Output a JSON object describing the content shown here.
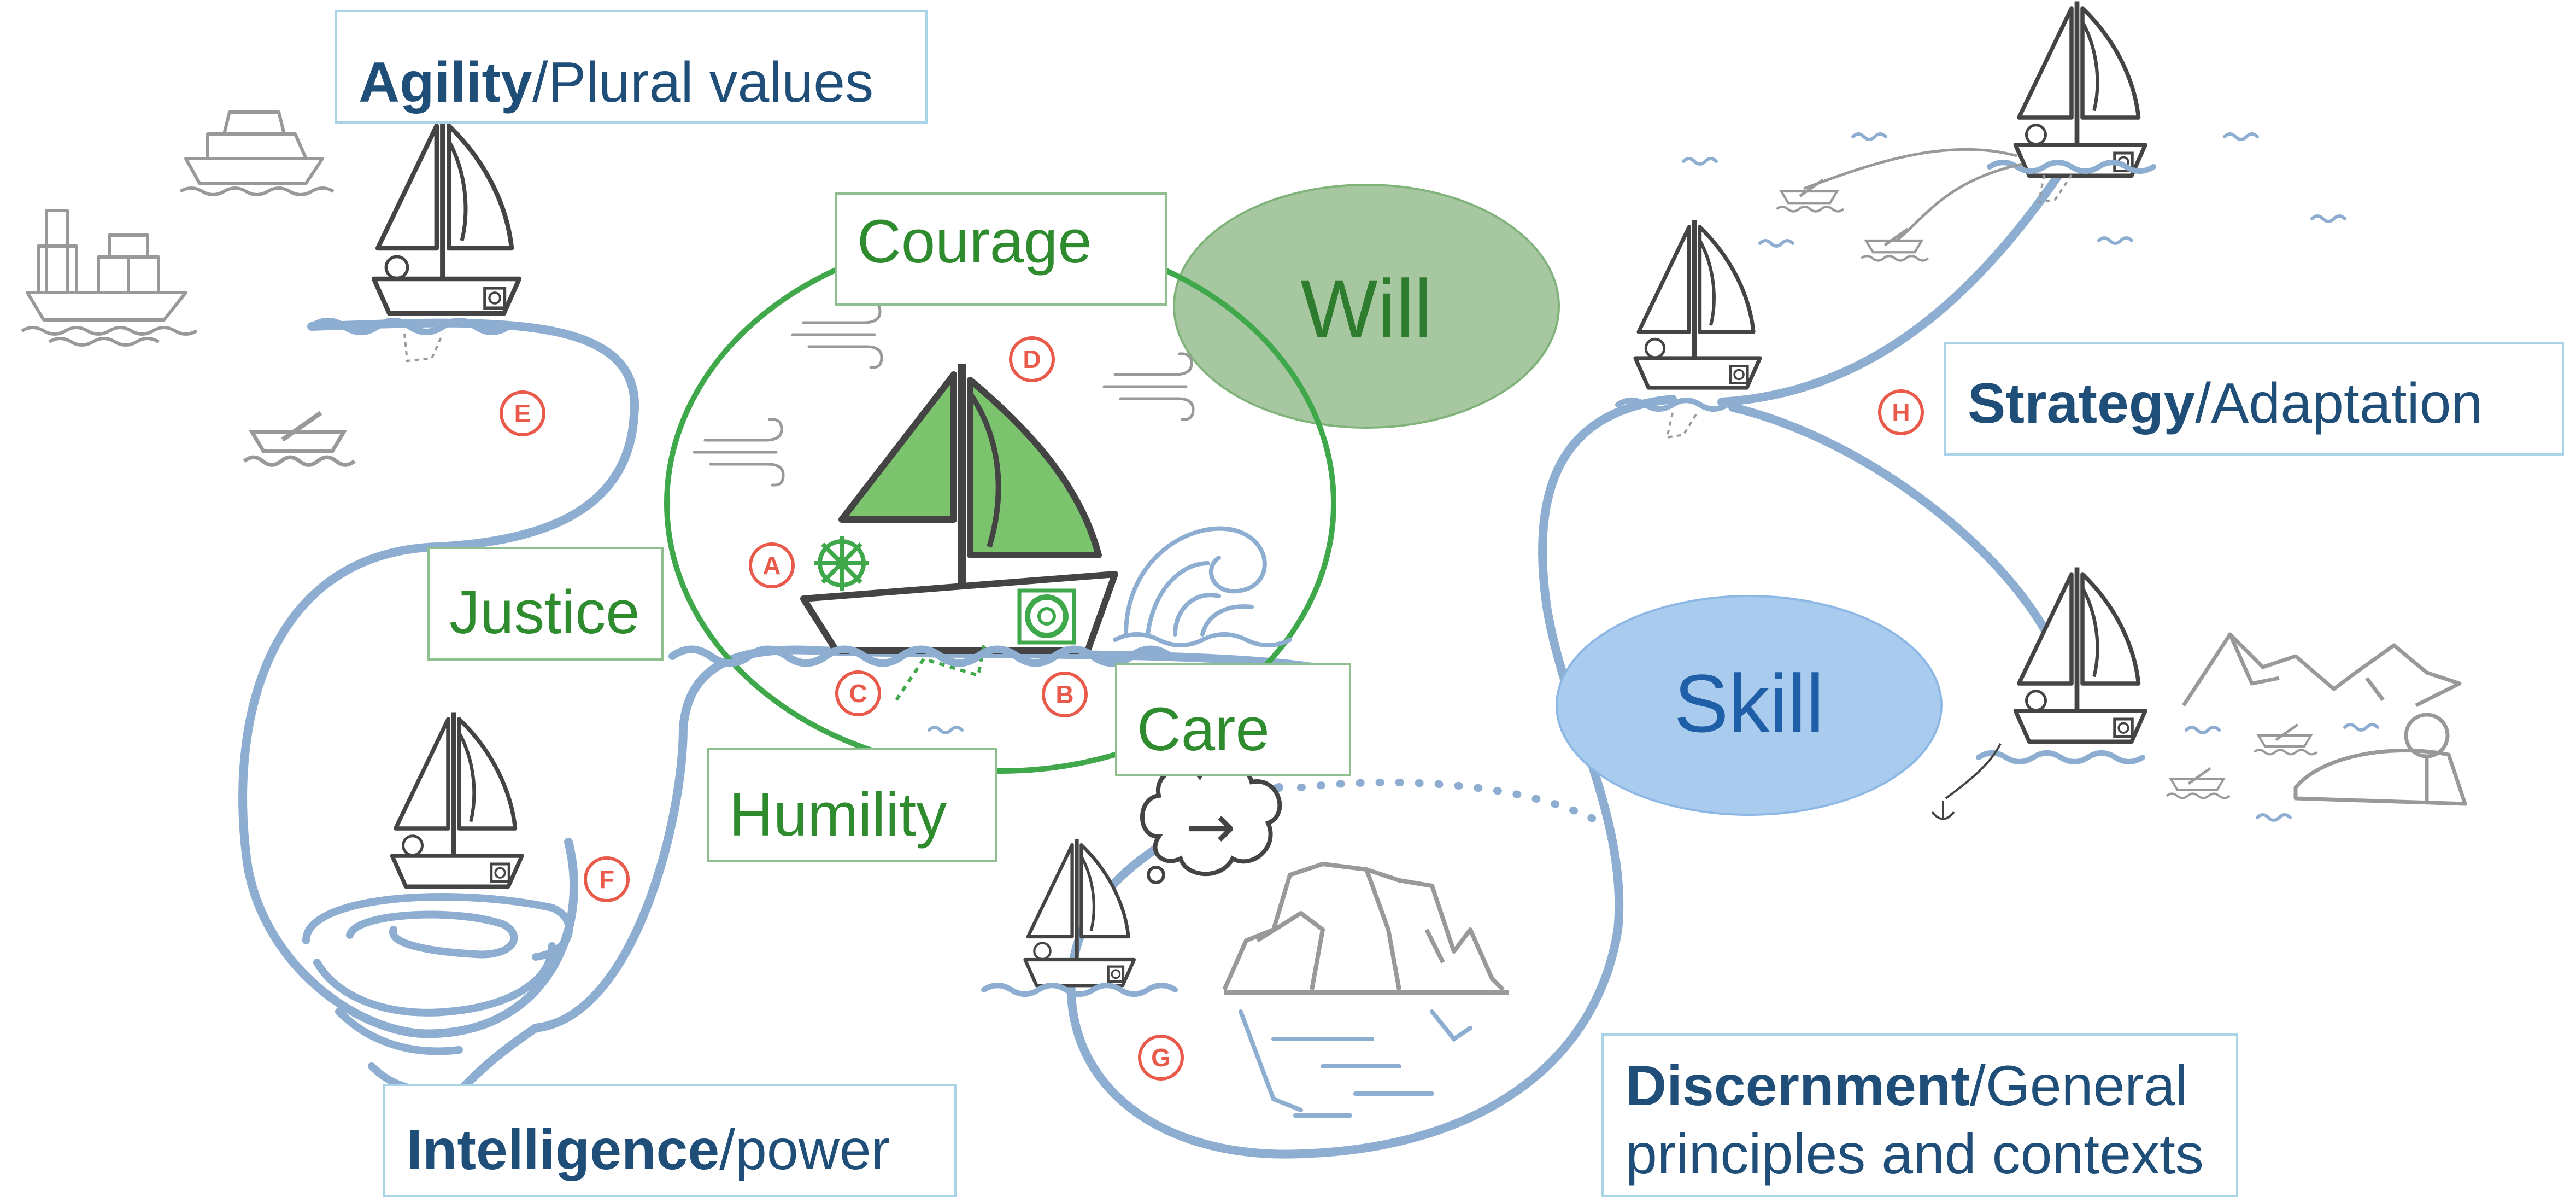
{
  "labels": {
    "agility": {
      "bold": "Agility",
      "rest": "/Plural values"
    },
    "courage": "Courage",
    "will": "Will",
    "justice": "Justice",
    "humility": "Humility",
    "care": "Care",
    "intelligence": {
      "bold": "Intelligence",
      "rest": "/power"
    },
    "strategy": {
      "bold": "Strategy",
      "rest": "/Adaptation"
    },
    "skill": "Skill",
    "discernment": {
      "bold": "Discernment",
      "rest": "/General",
      "line2": "principles and contexts"
    }
  },
  "markers": [
    "A",
    "B",
    "C",
    "D",
    "E",
    "F",
    "G",
    "H"
  ],
  "icons": {
    "thought_arrow": "→"
  },
  "colors": {
    "path_blue": "#8eaed1",
    "label_blue": "#1f4e79",
    "virtue_green": "#2e8b2e",
    "sail_green": "#7cc36e",
    "will_oval": "#a7c7a0",
    "skill_oval": "#a9cbed",
    "marker_red": "#ea5a4a",
    "grey": "#8a8a8a"
  }
}
